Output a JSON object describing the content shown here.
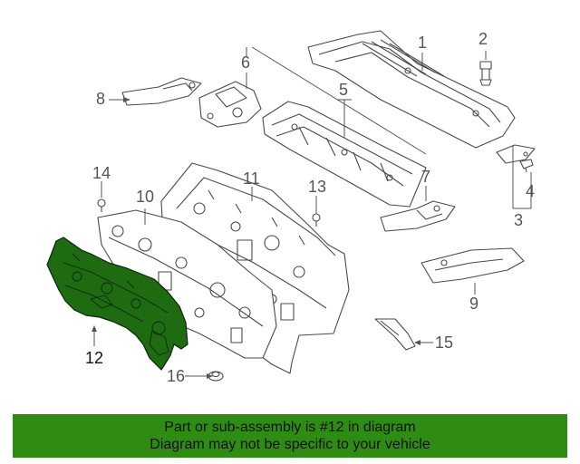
{
  "diagram": {
    "callouts": [
      {
        "num": "1"
      },
      {
        "num": "2"
      },
      {
        "num": "3"
      },
      {
        "num": "4"
      },
      {
        "num": "5"
      },
      {
        "num": "6"
      },
      {
        "num": "7"
      },
      {
        "num": "8"
      },
      {
        "num": "9"
      },
      {
        "num": "10"
      },
      {
        "num": "11"
      },
      {
        "num": "12"
      },
      {
        "num": "13"
      },
      {
        "num": "14"
      },
      {
        "num": "15"
      },
      {
        "num": "16"
      }
    ],
    "highlighted_part": "12",
    "colors": {
      "highlight": "#1f6b12",
      "outline": "#4a4a4a",
      "banner": "#2e8b14"
    }
  },
  "banner": {
    "line1": "Part or sub-assembly is #12 in diagram",
    "line2": "Diagram may not be specific to your vehicle"
  }
}
